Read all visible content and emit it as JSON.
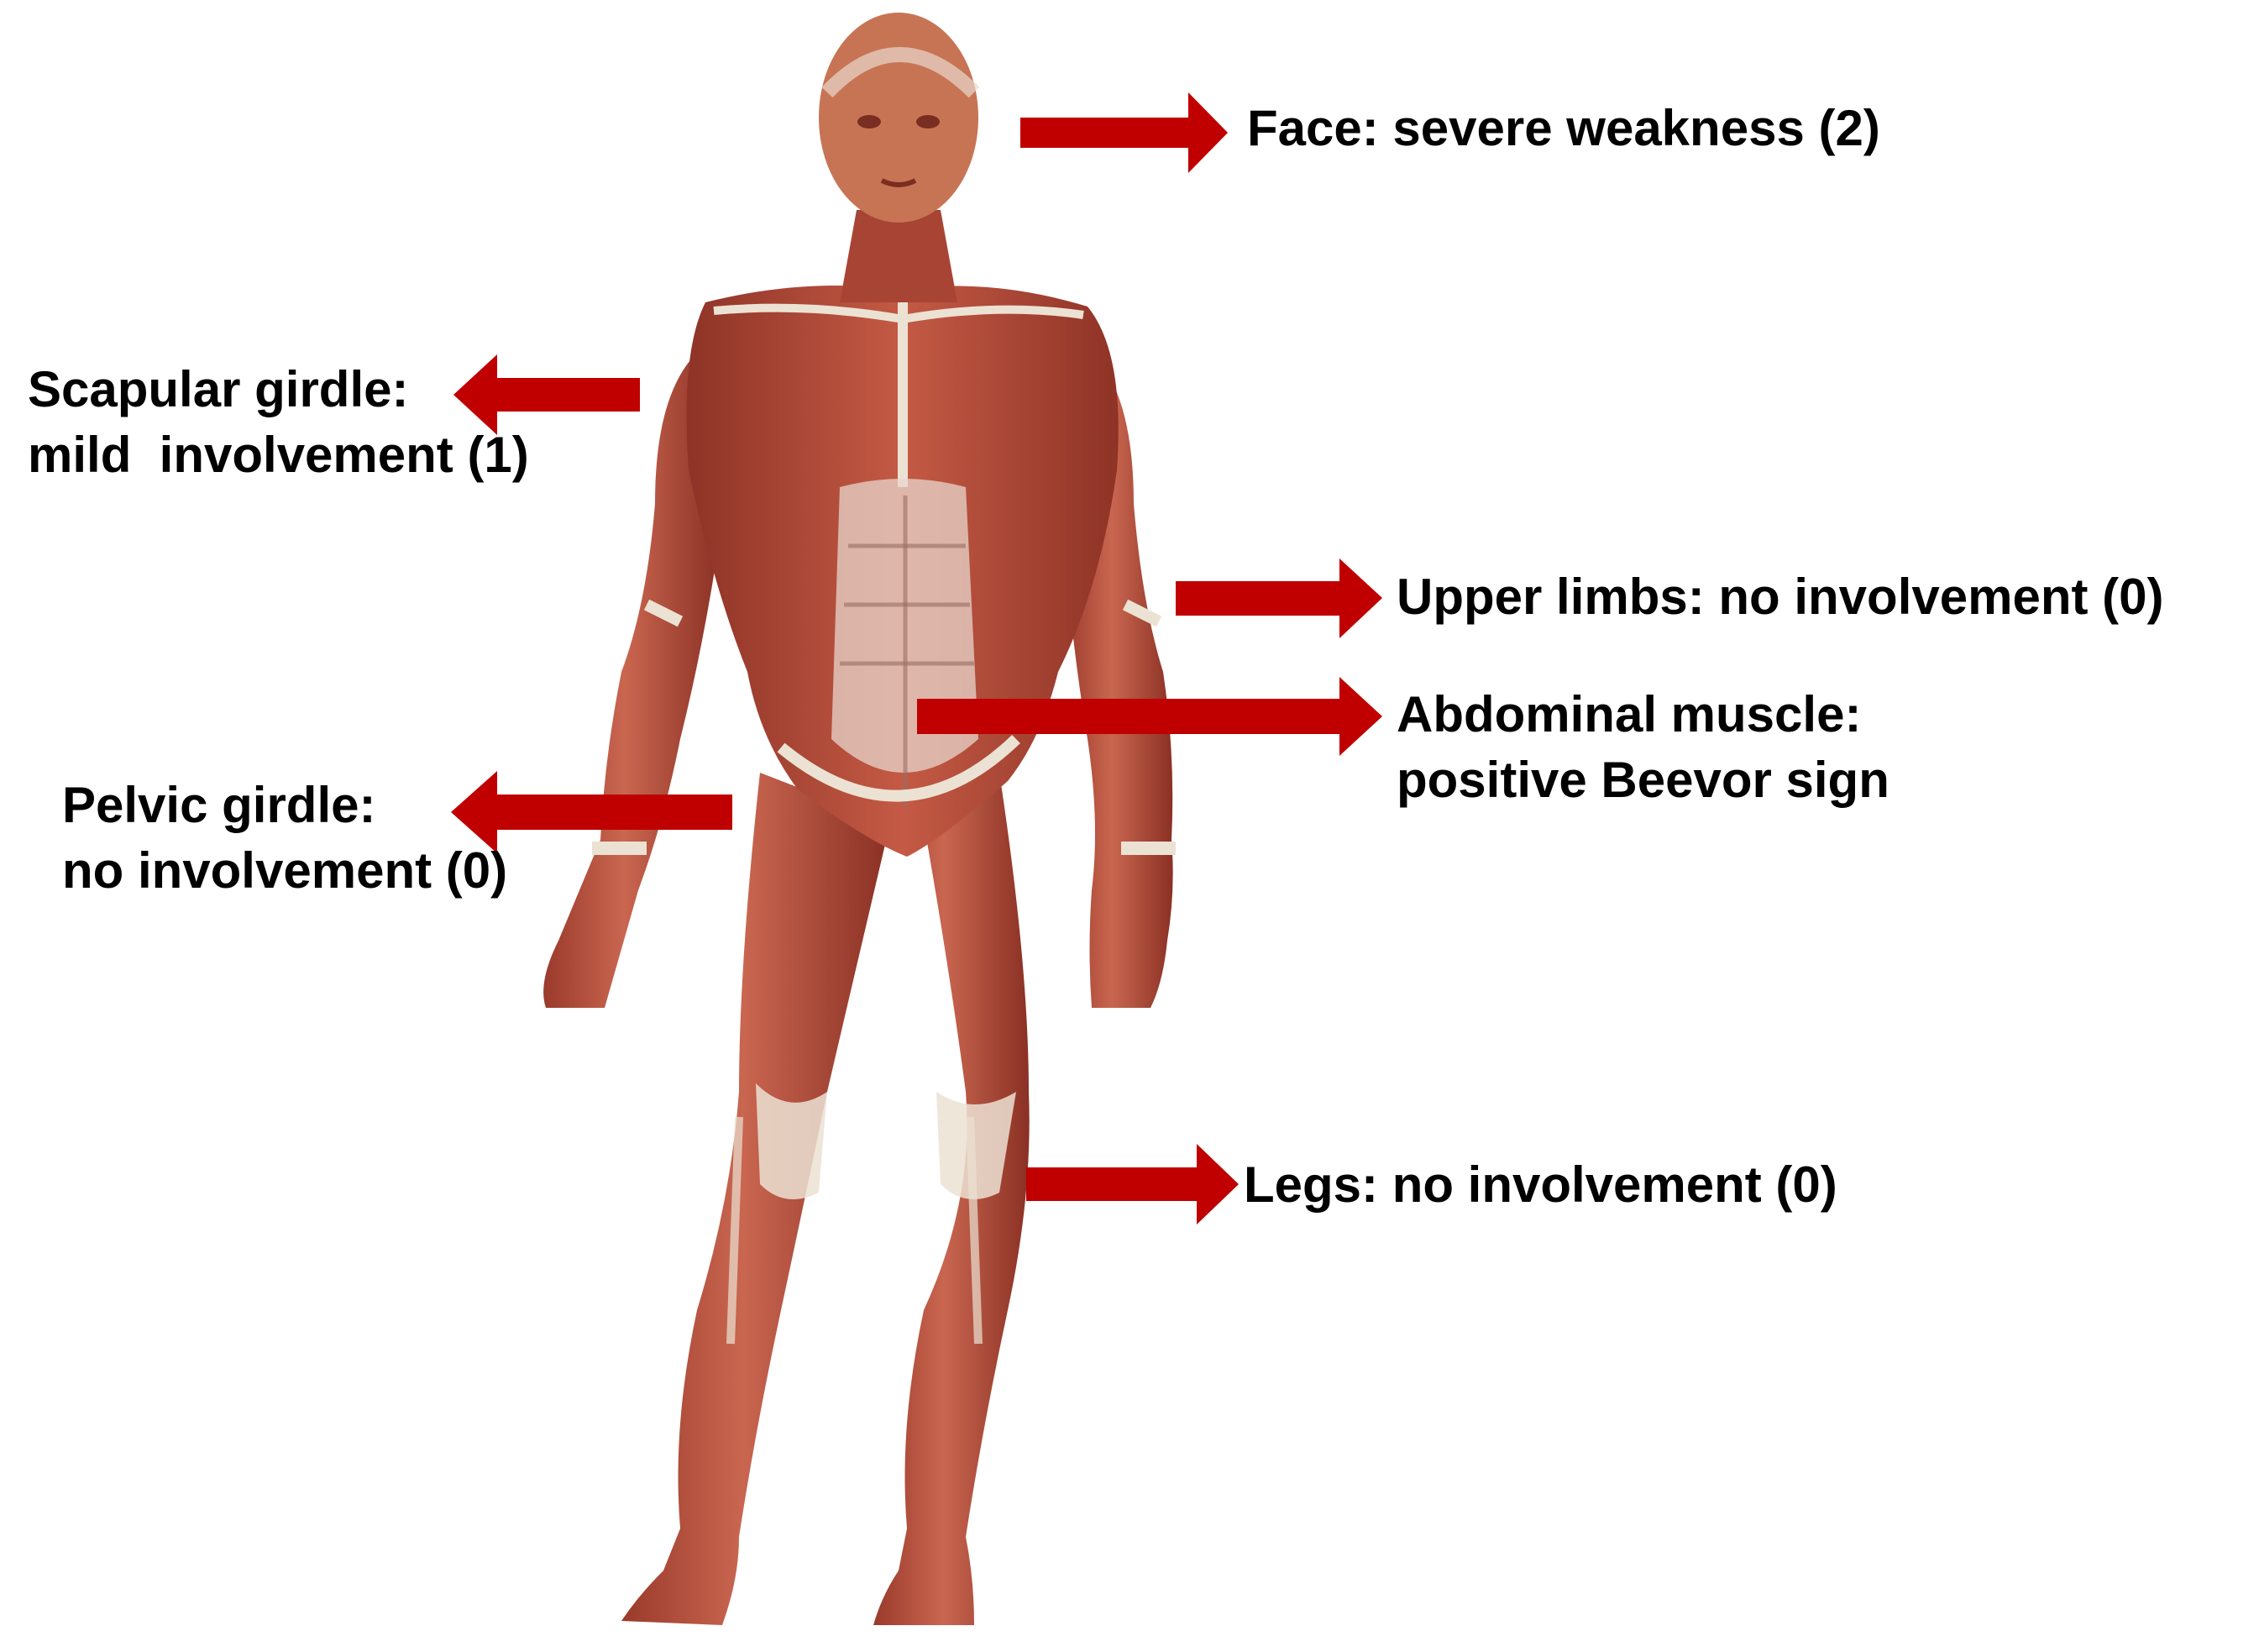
{
  "colors": {
    "arrow": "#c00000",
    "muscle": "#b8503e",
    "muscle_dark": "#8e3326",
    "tendon": "#ece2d3",
    "skin_head": "#c77455",
    "background": "#ffffff"
  },
  "icons": {
    "figure": "anatomical-muscle-figure",
    "arrow": "right-pointing-block-arrow"
  },
  "annotations": [
    {
      "id": "face",
      "lines": [
        "Face: severe weakness (2)"
      ]
    },
    {
      "id": "scapular",
      "lines": [
        "Scapular girdle:",
        "mild  involvement (1)"
      ]
    },
    {
      "id": "upper-limbs",
      "lines": [
        "Upper limbs: no involvement (0)"
      ]
    },
    {
      "id": "abdominal",
      "lines": [
        "Abdominal muscle:",
        "positive Beevor sign"
      ]
    },
    {
      "id": "pelvic",
      "lines": [
        "Pelvic girdle:",
        "no involvement (0)"
      ]
    },
    {
      "id": "legs",
      "lines": [
        "Legs: no involvement (0)"
      ]
    }
  ]
}
